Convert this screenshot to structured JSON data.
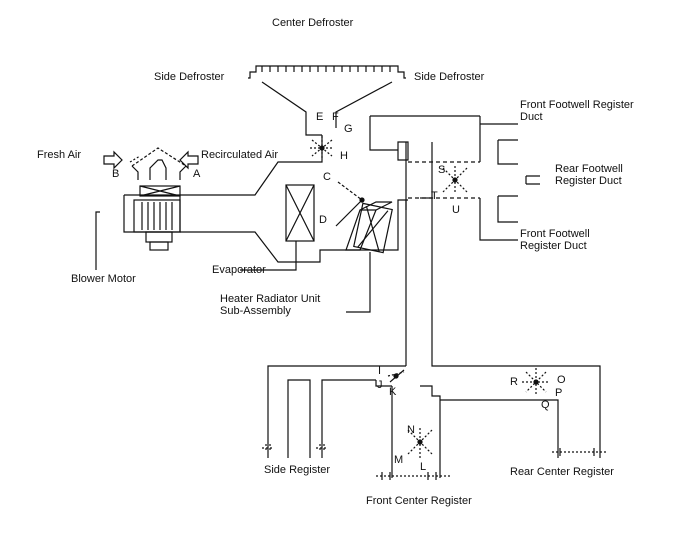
{
  "labels": {
    "center_defroster": "Center Defroster",
    "side_defroster_left": "Side Defroster",
    "side_defroster_right": "Side Defroster",
    "fresh_air": "Fresh Air",
    "recirculated_air": "Recirculated Air",
    "front_footwell_register_duct_top": "Front Footwell Register\nDuct",
    "rear_footwell_register_duct": "Rear Footwell\nRegister Duct",
    "front_footwell_register_duct_bottom": "Front Footwell\nRegister Duct",
    "blower_motor": "Blower Motor",
    "evaporator": "Evaporator",
    "heater_radiator": "Heater Radiator Unit\nSub-Assembly",
    "side_register": "Side Register",
    "front_center_register": "Front Center Register",
    "rear_center_register": "Rear Center Register"
  },
  "damper_letters": {
    "A": "A",
    "B": "B",
    "C": "C",
    "D": "D",
    "E": "E",
    "F": "F",
    "G": "G",
    "H": "H",
    "I": "I",
    "J": "J",
    "K": "K",
    "L": "L",
    "M": "M",
    "N": "N",
    "O": "O",
    "P": "P",
    "Q": "Q",
    "R": "R",
    "S": "S",
    "T": "T",
    "U": "U"
  }
}
